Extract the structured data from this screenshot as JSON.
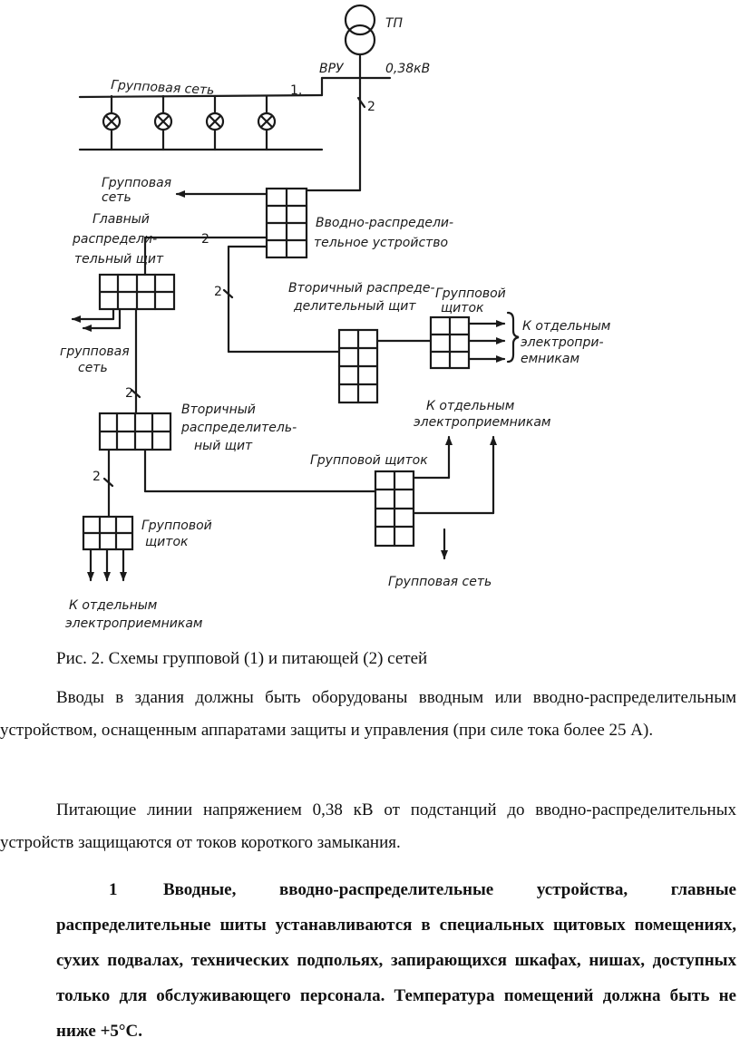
{
  "diagram": {
    "labels": {
      "tp": "ТП",
      "vru": "ВРУ",
      "voltage": "0,38кВ",
      "group_net_top": "Групповая сеть",
      "num1": "1.",
      "num2_top": "2",
      "group_net_left_1": "Групповая",
      "group_net_left_2": "сеть",
      "main_board_1": "Главный",
      "main_board_2": "распредели-",
      "main_board_3": "тельный щит",
      "num2_main": "2",
      "intro_device_1": "Вводно-распредели-",
      "intro_device_2": "тельное устройство",
      "num2_mid": "2",
      "secondary_board_right_1": "Вторичный распреде-",
      "secondary_board_right_2": "делительный щит",
      "group_panel_right_1": "Групповой",
      "group_panel_right_2": "щиток",
      "consumers_right_1": "К отдельным",
      "consumers_right_2": "электропри-",
      "consumers_right_3": "емникам",
      "group_net_lower_1": "групповая",
      "group_net_lower_2": "сеть",
      "num2_low": "2",
      "secondary_board_low_1": "Вторичный",
      "secondary_board_low_2": "распределитель-",
      "secondary_board_low_3": "ный щит",
      "consumers_mid_1": "К отдельным",
      "consumers_mid_2": "электроприемникам",
      "group_panel_mid": "Групповой щиток",
      "num2_bottom": "2",
      "group_panel_bottom_1": "Групповой",
      "group_panel_bottom_2": "щиток",
      "group_net_bottom": "Групповая сеть",
      "consumers_bottom_1": "К отдельным",
      "consumers_bottom_2": "электроприемникам"
    }
  },
  "caption": "Рис. 2. Схемы групповой (1) и питающей (2) сетей",
  "paragraph1": "Вводы в здания должны быть оборудованы вводным или вводно-распределительным устройством, оснащенным аппаратами защиты и управления (при силе тока более 25 А).",
  "paragraph2": "Питающие линии напряжением 0,38 кВ от подстанций до вводно-распределительных устройств защищаются от токов короткого замыкания.",
  "item": {
    "number": "1",
    "text": "Вводные, вводно-распределительные устройства, главные распределительные шиты устанавливаются в специальных щитовых помещениях, сухих подвалах, технических подпольях, запирающихся шкафах, нишах, доступных только для обслуживающего персонала. Температура помещений должна быть не ниже +5°С."
  }
}
